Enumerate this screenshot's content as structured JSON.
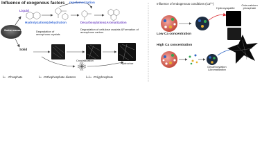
{
  "title": "Influence of exogenous factors",
  "labels": {
    "liquid": "Liquid",
    "solid": "Solid",
    "repolymerization": "repolymerization",
    "hydrolyzation": "Hydrolyzation&dehydration",
    "decarboxylation_top": "Decarboxylation&Aromatization",
    "swine_manure": "Swine manure",
    "degradation_amorphous": "Degradation of amorphous crystals",
    "degradation_cellulose": "Degradation of cellulose crystals &Formation of amorphous carbon",
    "crystallization": "Crystallization",
    "hydrochar": "Hydrochar",
    "endogenous_title": "Influence of endogenous conditions (Ca²⁺)",
    "low_ca": "Low Ca concentration",
    "high_ca": "High Ca concentration",
    "hydroxyapatite": "Hydroxyapatite",
    "octa_calcium": "Octa-calcium phosphate",
    "decarboxylation_bottom": "Decarboxylation &Aromatization"
  },
  "legend": [
    {
      "label": "-Phosphate",
      "icon": "phosphate-icon"
    },
    {
      "label": "-Orthophosphate diesters",
      "icon": "diester-icon"
    },
    {
      "label": "-Polyphosphate",
      "icon": "polyphosphate-icon"
    }
  ],
  "colors": {
    "blue_text": "#3f6fd8",
    "purple_text": "#7b52c9",
    "red_arrow": "#d8262c",
    "blue_arrow": "#2f66c4"
  }
}
